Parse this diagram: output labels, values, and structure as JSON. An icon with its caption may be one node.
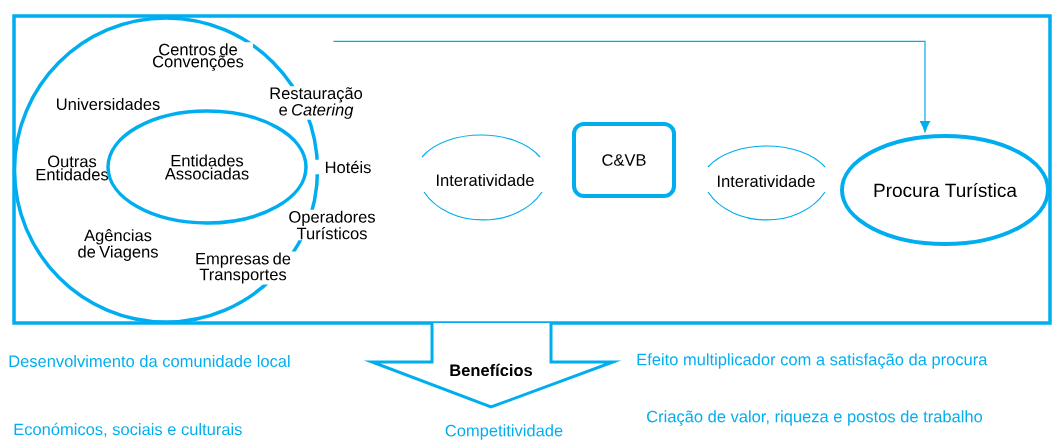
{
  "diagram": {
    "nodes": [
      {
        "text": [],
        "shape": "box"
      },
      {
        "text": [
          "Centros de Convenções",
          "Universidades",
          "Restauração e *Catering*",
          "Outras Entidades",
          "Hotéis",
          "Operadores Turísticos",
          "Agências de Viagens",
          "Empresas de Transportes"
        ],
        "in": 0
      },
      {
        "text": [
          "Entidades Associadas"
        ],
        "in": 1
      },
      {
        "text": [
          "Interatividade"
        ],
        "in": 0
      },
      {
        "text": [
          "C&VB"
        ],
        "in": 0
      },
      {
        "text": [
          "Interatividade"
        ],
        "in": 0
      },
      {
        "text": [
          "Procura Turística"
        ],
        "in": 0
      },
      {
        "text": [
          "Benefícios"
        ]
      }
    ],
    "edges": [
      {
        "from": 1,
        "to": 6,
        "arrow": "to"
      }
    ],
    "labels": [
      "Desenvolvimento da comunidade local",
      "Efeito multiplicador com a satisfação da procura",
      "Criação de valor, riqueza e postos de trabalho",
      "Económicos, sociais e culturais",
      "Competitividade"
    ]
  }
}
